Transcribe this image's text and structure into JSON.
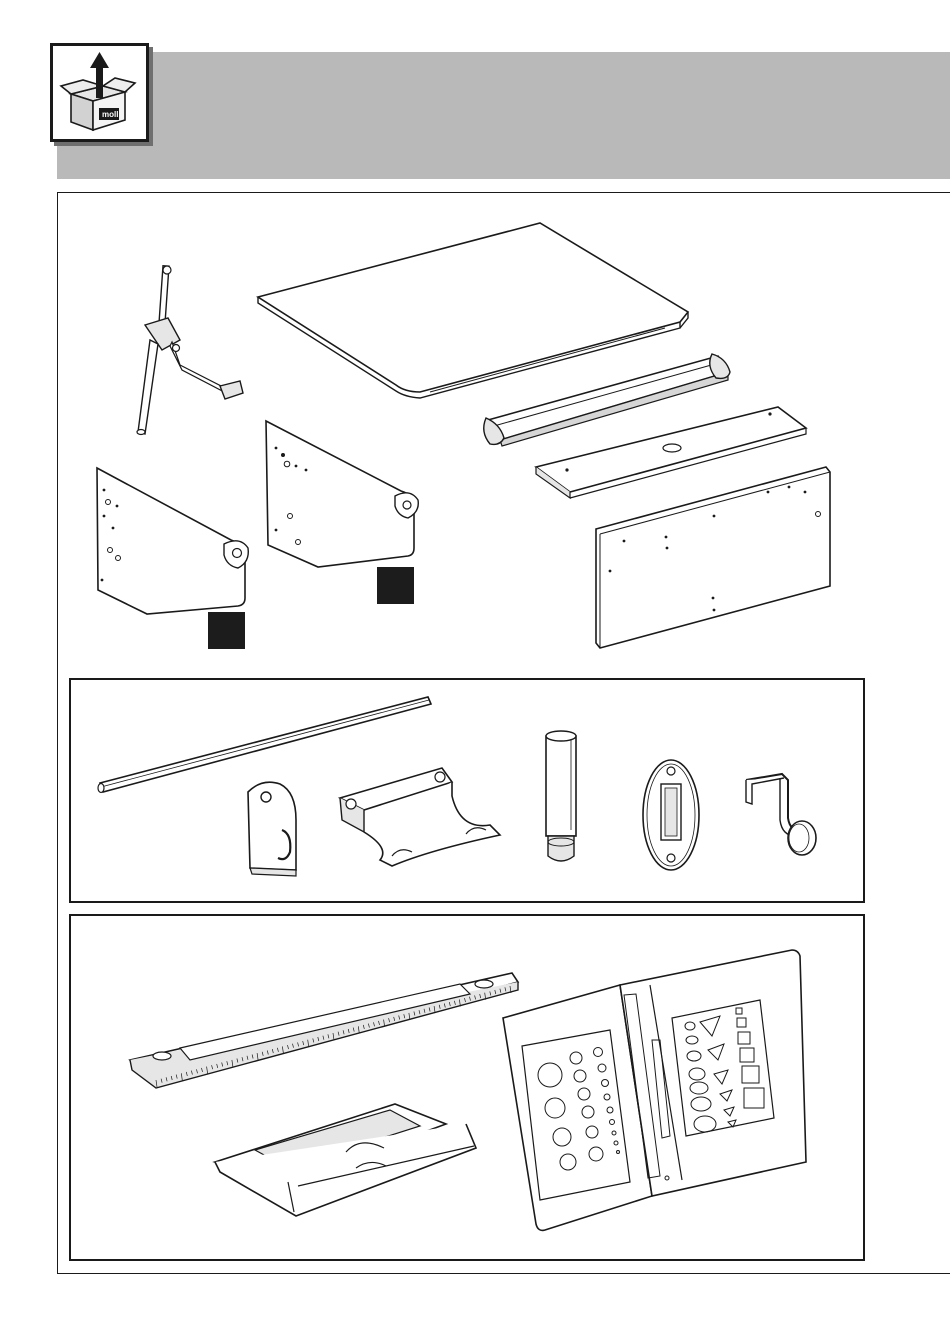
{
  "header": {
    "brand": "moll",
    "icon": "unpack-box-arrow-up-icon",
    "band_color": "#b9b9b9"
  },
  "colors": {
    "line": "#1a1a1a",
    "marker": "#1c1c1c",
    "shade": "#d6d6d6"
  },
  "sections": [
    {
      "name": "main-parts",
      "items": [
        "drafting-board",
        "drafting-arm-mechanism",
        "left-side-panel",
        "right-side-panel",
        "cylinder-profile",
        "cross-beam",
        "back-panel"
      ]
    },
    {
      "name": "small-accessories",
      "items": [
        "round-rod",
        "holder-clip",
        "pen-tray",
        "telescopic-foot",
        "wall-mount-plate",
        "bag-hook"
      ]
    },
    {
      "name": "drawing-tools",
      "items": [
        "drawing-ruler",
        "pen-tray-box",
        "stencil-folder"
      ]
    }
  ]
}
